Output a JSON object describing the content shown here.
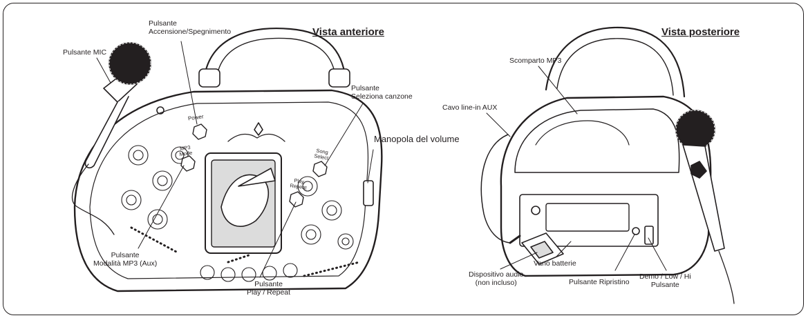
{
  "front": {
    "title": "Vista anteriore",
    "labels": {
      "mic_button": "Pulsante MIC",
      "power_button_l1": "Pulsante",
      "power_button_l2": "Accensione/Spegnimento",
      "song_select_l1": "Pulsante",
      "song_select_l2": "Seleziona canzone",
      "volume_knob": "Manopola del volume",
      "mp3_mode_l1": "Pulsante",
      "mp3_mode_l2": "Modalità MP3 (Aux)",
      "play_repeat_l1": "Pulsante",
      "play_repeat_l2": "Play / Repeat"
    },
    "device_text": {
      "power": "Power",
      "mp3_mode_1": "MP3",
      "mp3_mode_2": "Mode",
      "song_1": "Song",
      "song_2": "Select",
      "play_1": "Play",
      "play_2": "Repeat"
    }
  },
  "back": {
    "title": "Vista posteriore",
    "labels": {
      "mp3_compartment": "Scomparto MP3",
      "aux_cable": "Cavo line-in AUX",
      "audio_device_l1": "Dispositivo audio",
      "audio_device_l2": "(non incluso)",
      "battery_compartment": "Vano batterie",
      "reset_button": "Pulsante Ripristino",
      "demo_l1": "Demo / Low / Hi",
      "demo_l2": "Pulsante"
    }
  },
  "colors": {
    "ink": "#231f20",
    "paper": "#ffffff",
    "shade": "#dcdcdc"
  }
}
